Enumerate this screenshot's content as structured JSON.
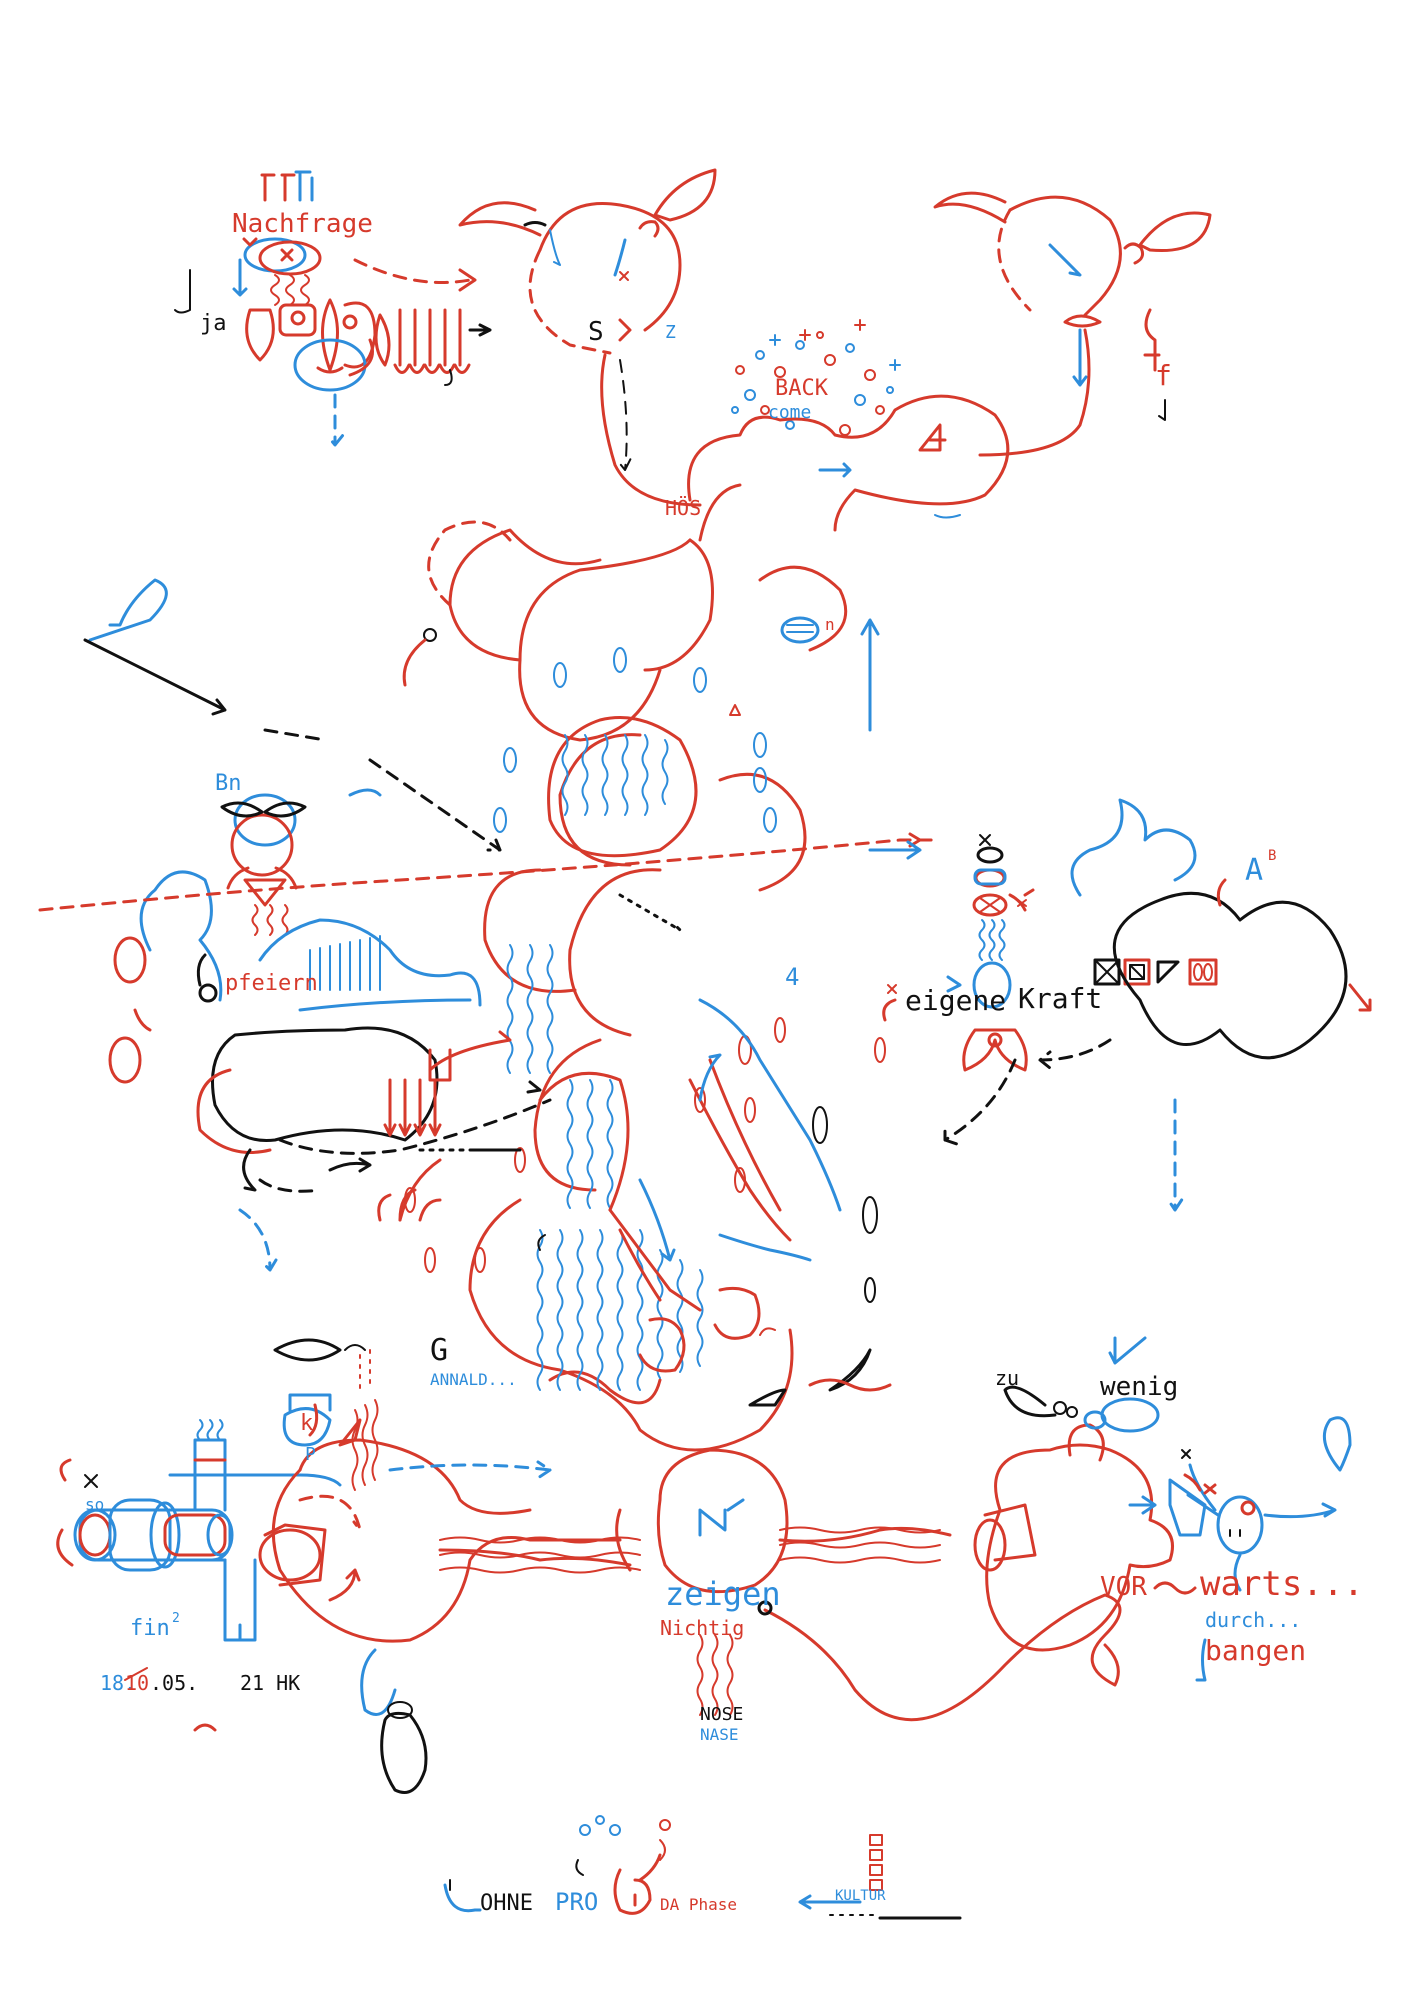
{
  "colors": {
    "red": "#d63a2c",
    "blue": "#2e8ddb",
    "black": "#111111",
    "background": "#ffffff"
  },
  "labels": {
    "nachfrage": "Nachfrage",
    "ja": "ja",
    "s_mark": "S",
    "z_mark": "Z",
    "f_mark": "f",
    "back": "BACK",
    "come": "come",
    "hoes": "HÖS",
    "n_mark": "n",
    "bn": "Bn",
    "pfeiern": "pfeiern",
    "four": "4",
    "eigene": "eigene",
    "kraft": "Kraft",
    "a_mark": "A",
    "b_sup": "B",
    "g_mark": "G",
    "annald": "ANNALD...",
    "zu": "zu",
    "wenig": "wenig",
    "so": "so",
    "fin": "fin",
    "fin_sup": "2",
    "date_prefix": "18.",
    "date_crossed": "10",
    "date_suffix": ".05.",
    "year_initials": "21 HK",
    "p_mark": "P",
    "k_mark": "k",
    "zeigen": "zeigen",
    "nichtig": "Nichtig",
    "nose": "NOSE",
    "nase": "NASE",
    "vor": "VOR",
    "warts": "warts...",
    "durch": "durch...",
    "bangen": "bangen",
    "ohne": "OHNE",
    "pro": "PRO",
    "da_phase": "DA Phase",
    "kultur": "KULTUR"
  }
}
